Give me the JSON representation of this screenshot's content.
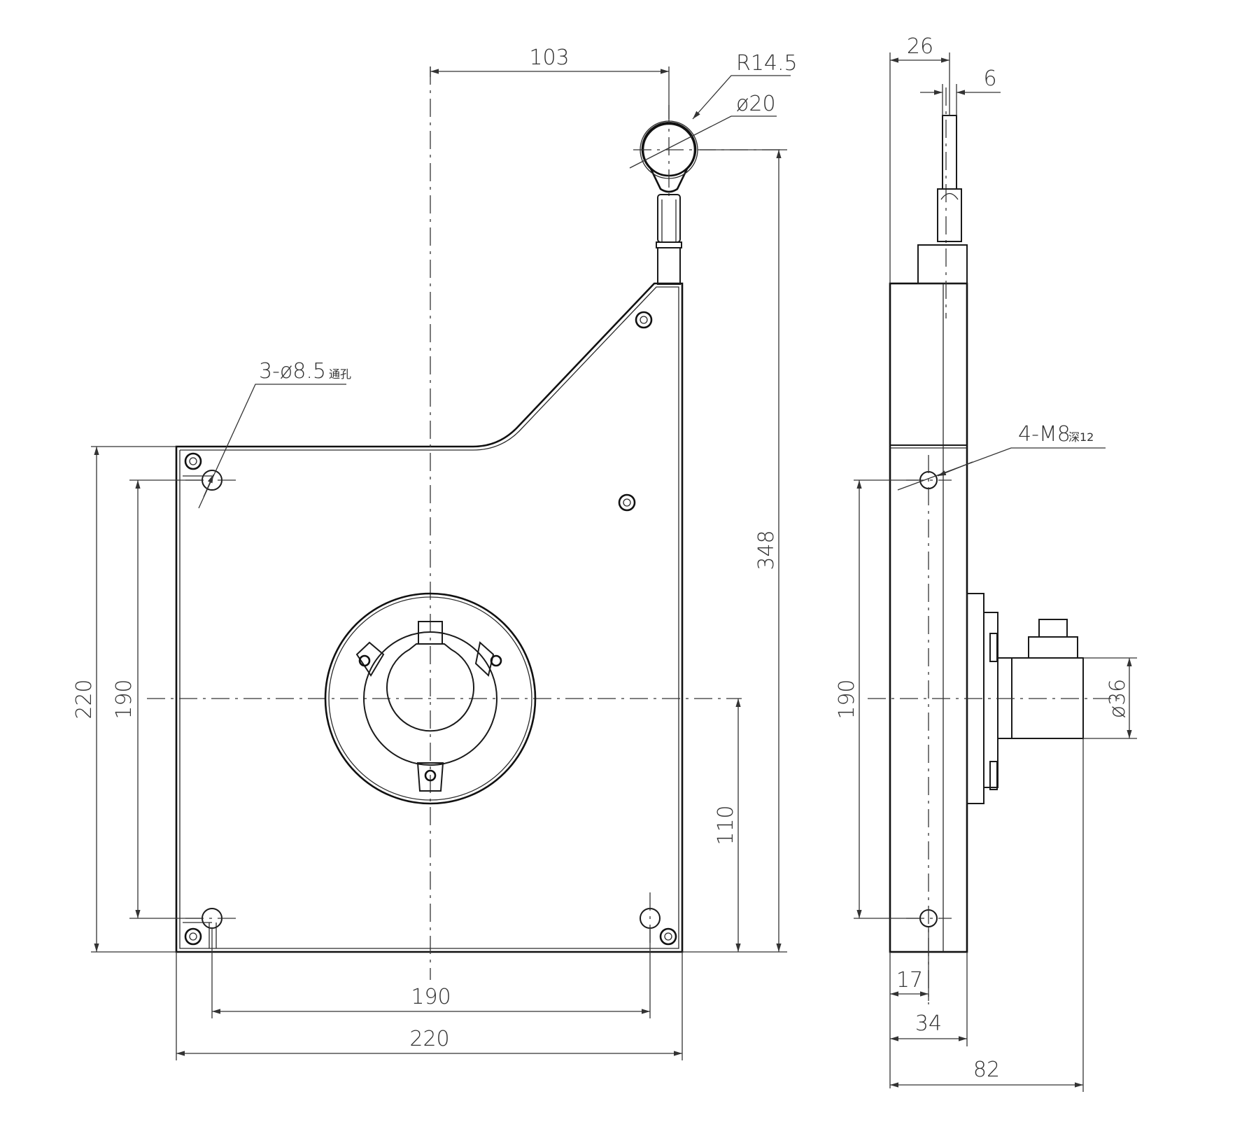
{
  "front_view": {
    "dim_eye_offset": "103",
    "dim_eye_radius": "R14.5",
    "dim_eye_hole": "ø20",
    "dim_total_height": "348",
    "dim_mount_holes_main": "3-ø8.5",
    "dim_mount_holes_suffix": "通孔",
    "dim_body_height": "220",
    "dim_hole_pitch_vertical": "190",
    "dim_center_height": "110",
    "dim_hole_pitch_horizontal": "190",
    "dim_body_width": "220"
  },
  "side_view": {
    "dim_top_offset": "26",
    "dim_cable_width": "6",
    "dim_threaded_holes_main": "4-M8",
    "dim_threaded_holes_suffix": "深12",
    "dim_hole_pitch_vertical": "190",
    "dim_encoder_diameter": "ø36",
    "dim_hole_offset": "17",
    "dim_body_depth": "34",
    "dim_total_depth": "82"
  }
}
